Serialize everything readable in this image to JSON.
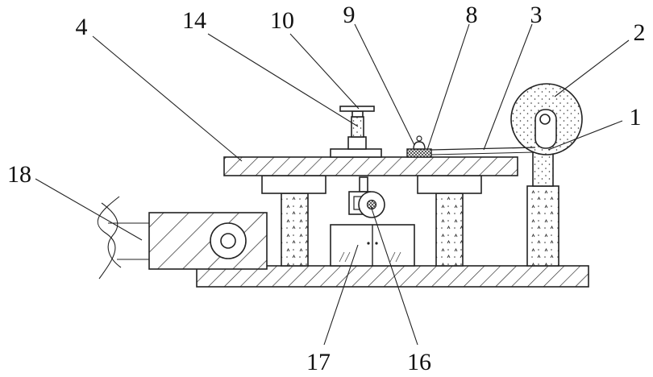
{
  "figure": {
    "callouts": [
      {
        "id": "1",
        "text": "1"
      },
      {
        "id": "2",
        "text": "2"
      },
      {
        "id": "3",
        "text": "3"
      },
      {
        "id": "4",
        "text": "4"
      },
      {
        "id": "8",
        "text": "8"
      },
      {
        "id": "9",
        "text": "9"
      },
      {
        "id": "10",
        "text": "10"
      },
      {
        "id": "14",
        "text": "14"
      },
      {
        "id": "16",
        "text": "16"
      },
      {
        "id": "17",
        "text": "17"
      },
      {
        "id": "18",
        "text": "18"
      }
    ]
  }
}
